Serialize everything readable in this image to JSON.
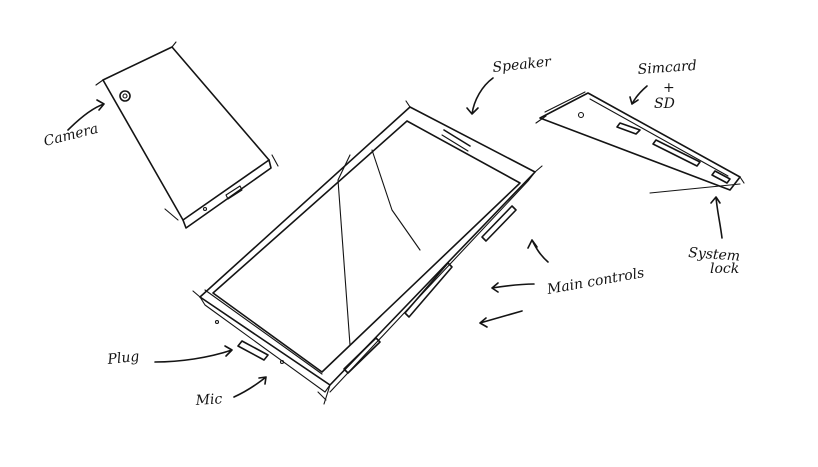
{
  "labels": {
    "camera": "Camera",
    "speaker": "Speaker",
    "simcard_line1": "Simcard",
    "simcard_line2": "+",
    "simcard_line3": "SD",
    "system_lock_line1": "System",
    "system_lock_line2": "lock",
    "main_controls": "Main controls",
    "plug": "Plug",
    "mic": "Mic"
  },
  "colors": {
    "ink": "#141414",
    "paper": "#ffffff"
  }
}
